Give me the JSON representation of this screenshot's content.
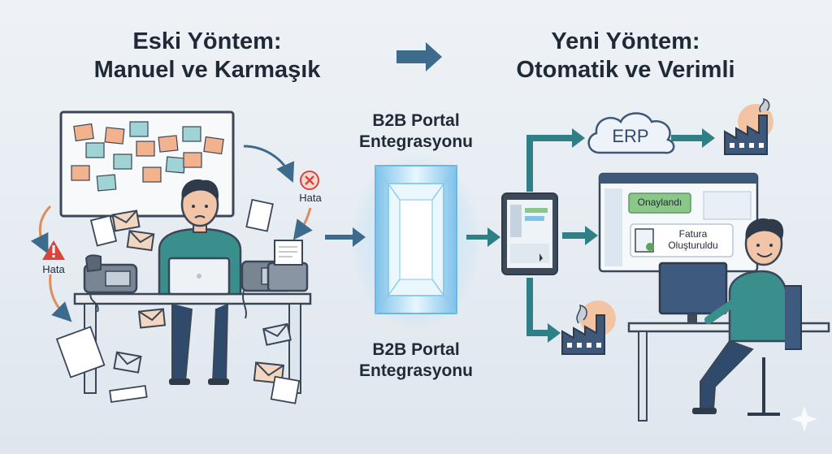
{
  "old_method": {
    "title_line1": "Eski Yöntem:",
    "title_line2": "Manuel ve Karmaşık",
    "error_label_1": "Hata",
    "error_label_2": "Hata"
  },
  "portal": {
    "label_top_line1": "B2B Portal",
    "label_top_line2": "Entegrasyonu",
    "label_bottom_line1": "B2B Portal",
    "label_bottom_line2": "Entegrasyonu"
  },
  "new_method": {
    "title_line1": "Yeni Yöntem:",
    "title_line2": "Otomatik ve Verimli",
    "erp_label": "ERP",
    "approved_label": "Onaylandı",
    "invoice_line1": "Fatura",
    "invoice_line2": "Oluşturuldu"
  },
  "colors": {
    "accent_teal": "#2f7f86",
    "arrow_blue": "#3d6b8c",
    "error_red": "#d8453b",
    "approved_green": "#8cc78a",
    "shirt_teal": "#3a8f8c"
  }
}
